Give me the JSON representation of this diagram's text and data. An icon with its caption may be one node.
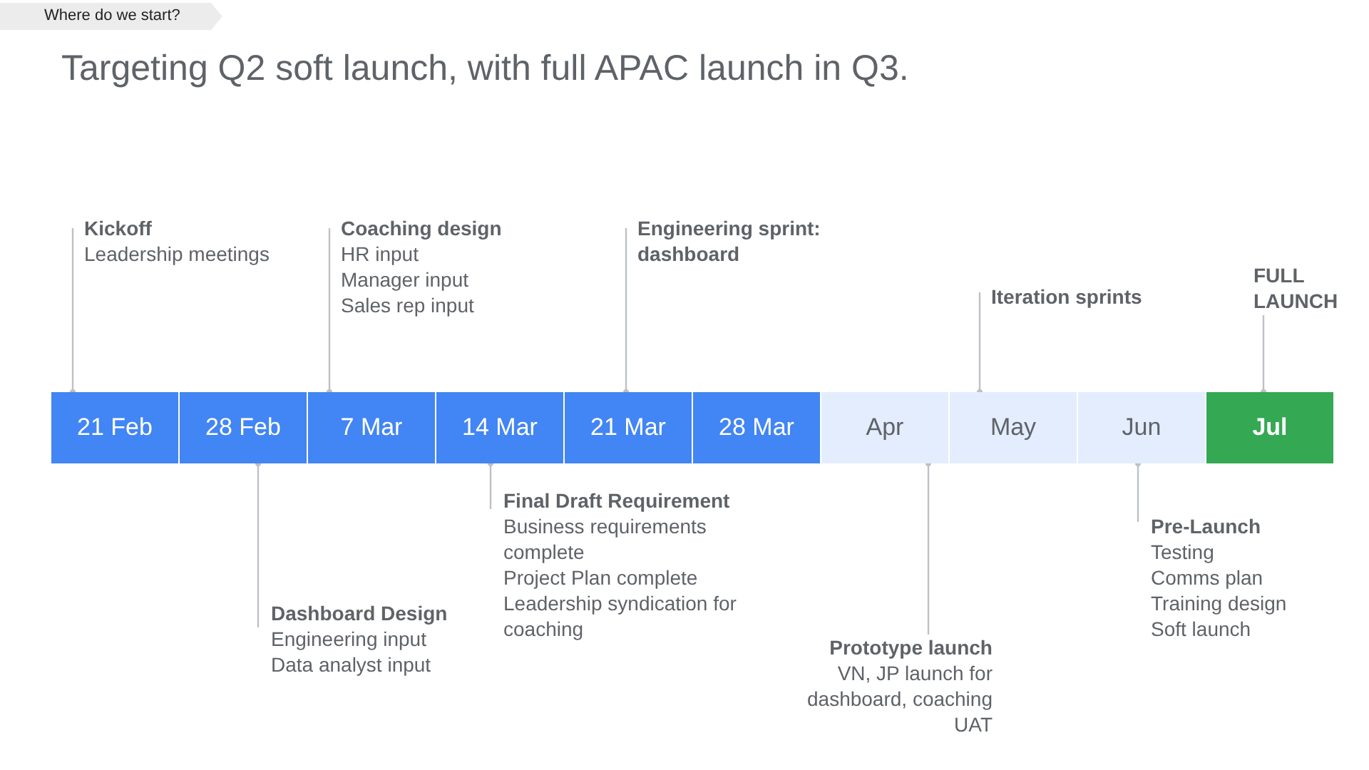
{
  "diagram": {
    "title": "Targeting Q2 soft launch, with full APAC launch in Q3.",
    "nodes": [
      {
        "text": [
          "21 Feb"
        ]
      },
      {
        "text": [
          "28 Feb"
        ]
      },
      {
        "text": [
          "7 Mar"
        ]
      },
      {
        "text": [
          "14 Mar"
        ]
      },
      {
        "text": [
          "21 Mar"
        ]
      },
      {
        "text": [
          "28 Mar"
        ]
      },
      {
        "text": [
          "Apr"
        ]
      },
      {
        "text": [
          "May"
        ]
      },
      {
        "text": [
          "Jun"
        ]
      },
      {
        "text": [
          "Jul"
        ]
      },
      {
        "text": [
          "Kickoff",
          "Leadership meetings"
        ]
      },
      {
        "text": [
          "Coaching design",
          "HR input",
          "Manager input",
          "Sales rep input"
        ]
      },
      {
        "text": [
          "Engineering sprint: dashboard"
        ]
      },
      {
        "text": [
          "Iteration sprints"
        ]
      },
      {
        "text": [
          "FULL LAUNCH"
        ]
      },
      {
        "text": [
          "Dashboard Design",
          "Engineering input",
          "Data analyst input"
        ]
      },
      {
        "text": [
          "Final Draft Requirement",
          "Business requirements complete",
          "Project Plan complete",
          "Leadership syndication for coaching"
        ]
      },
      {
        "text": [
          "Prototype launch",
          "VN, JP launch for dashboard, coaching UAT"
        ]
      },
      {
        "text": [
          "Pre-Launch",
          "Testing",
          "Comms plan",
          "Training design",
          "Soft launch"
        ]
      }
    ],
    "edges": [
      {
        "from": 10,
        "to": 0,
        "arrow": "other"
      },
      {
        "from": 11,
        "to": 2,
        "arrow": "other"
      },
      {
        "from": 12,
        "to": 4,
        "arrow": "other"
      },
      {
        "from": 13,
        "to": 7,
        "arrow": "other"
      },
      {
        "from": 14,
        "to": 9,
        "arrow": "other"
      },
      {
        "from": 15,
        "to": 1,
        "arrow": "other"
      },
      {
        "from": 16,
        "to": 3,
        "arrow": "other"
      },
      {
        "from": 17,
        "to": 6,
        "arrow": "other"
      },
      {
        "from": 18,
        "to": 8,
        "arrow": "other"
      }
    ],
    "labels": [
      "Where do we start?"
    ]
  }
}
